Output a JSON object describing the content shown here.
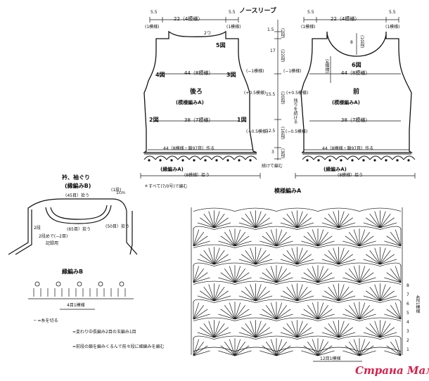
{
  "titles": {
    "top": "ノースリーブ",
    "stitch_pattern": "模様編みA",
    "collar_title_1": "衿、袖ぐり",
    "collar_title_2": "(縁編みB)",
    "border_b": "縁編みB"
  },
  "back": {
    "top_width": "22（4模様）",
    "shoulder_left": "5.5",
    "shoulder_right": "5.5",
    "shoulder_rows_left": "(1模様)",
    "shoulder_rows_right": "(1模様)",
    "label_5": "5図",
    "label_4": "4図",
    "label_3": "3図",
    "label_2": "2図",
    "label_1": "1図",
    "width_44": "44（8模様）",
    "width_38": "38（7模様）",
    "name": "後ろ",
    "pattern": "(模様編みA)",
    "inc_note": "(−1模様)",
    "inc_note2": "(+0.5模様)",
    "dec_note": "(−0.5模様)",
    "cast_on": "44（8模様・鎖97目）作る",
    "hem_label": "(縁編みA)",
    "hem_count": "(8模様）拾う",
    "side_arrow": "2つ"
  },
  "front": {
    "top_width": "22（4模様）",
    "shoulder_left": "5.5",
    "shoulder_right": "5.5",
    "shoulder_rows_left": "(1模様)",
    "shoulder_rows_right": "(1模様)",
    "label_6": "6図",
    "width_44": "44（8模様）",
    "width_38": "38（7模様）",
    "name": "前",
    "pattern": "(模様編みA)",
    "neck_depth": "8",
    "neck_rows": "(10段)",
    "neck_side": "(4模様)",
    "inc_note": "(−1模様)",
    "inc_note2": "(+0.5模様)",
    "dec_note": "(−0.5模様)",
    "side_note": "残りを続ける",
    "cast_on": "44（8模様・鎖97目）作る",
    "hem_label": "(縁編みA)",
    "hem_count": "(8模様）拾う"
  },
  "side_measures": {
    "m1": "1.5",
    "m1_rows": "(2段)",
    "m2": "17",
    "m2_rows": "(22段)",
    "m3": "15.5",
    "m3_rows": "(20段)",
    "m4": "12.5",
    "m4_rows": "(16段)",
    "m5": "3",
    "m5_rows": "(3段)",
    "join_note": "続けて編む"
  },
  "footnote": "＊すべて(7/0号)で編む",
  "collar": {
    "count_top": "(45目）拾う",
    "count_right": "(50目）拾う",
    "count_left": "(65目）拾う",
    "side_rows": "2段",
    "note_left_1": "2段めで(−2目)",
    "note_left_2": "記録用",
    "arrow_note": "1cm",
    "rows_mark": "(1段)"
  },
  "border_b": {
    "repeat": "4目1模様",
    "legend_1": "─ =糸を切る",
    "legend_2": "=変わり中長編み2目の玉編み1目",
    "legend_3": "=前段の鎖を編みくるんで前々段に細編みを編む"
  },
  "stitch_pattern": {
    "repeat": "12目1模様",
    "rows_repeat": "4段1模様",
    "row_marks": [
      "8",
      "7",
      "6",
      "5",
      "4",
      "3",
      "2",
      "1"
    ]
  },
  "watermark": "Страна Мам"
}
